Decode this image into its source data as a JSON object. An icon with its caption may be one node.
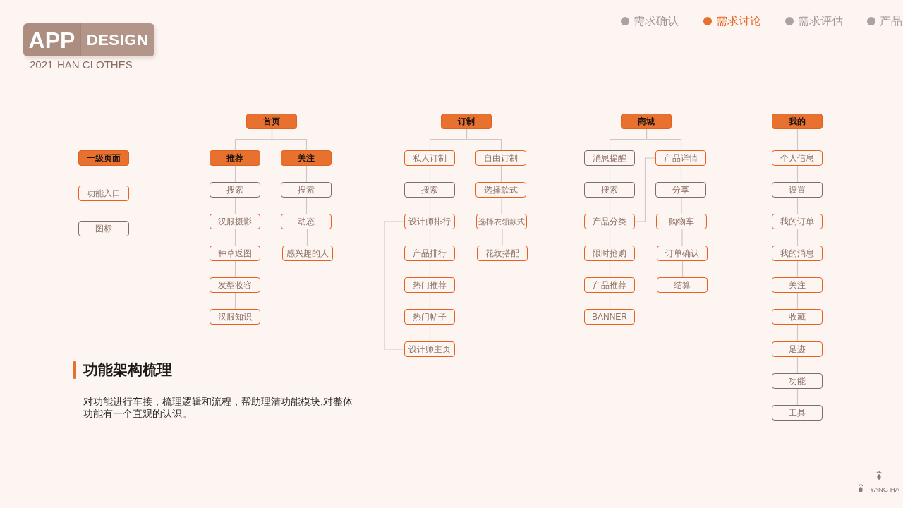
{
  "diagram": {
    "title": "功能架构梳理",
    "caption": "对功能进行车接，梳理逻辑和流程，帮助理清功能模块,对整体功能有一个直观的认识。",
    "nodes": [
      {
        "text": [
          "APP",
          "DESIGN"
        ],
        "beside": [
          "2021",
          "HAN CLOTHES"
        ]
      },
      {
        "text": [
          "一级页面"
        ]
      },
      {
        "text": [
          "功能入口"
        ]
      },
      {
        "text": [
          "图标"
        ]
      },
      {
        "text": [
          "首页"
        ]
      },
      {
        "text": [
          "推荐"
        ]
      },
      {
        "text": [
          "关注"
        ]
      },
      {
        "text": [
          "搜索"
        ]
      },
      {
        "text": [
          "汉服摄影"
        ]
      },
      {
        "text": [
          "种草返图"
        ]
      },
      {
        "text": [
          "发型妆容"
        ]
      },
      {
        "text": [
          "汉服知识"
        ]
      },
      {
        "text": [
          "搜索"
        ]
      },
      {
        "text": [
          "动态"
        ]
      },
      {
        "text": [
          "感兴趣的人"
        ]
      },
      {
        "text": [
          "订制"
        ]
      },
      {
        "text": [
          "私人订制"
        ]
      },
      {
        "text": [
          "自由订制"
        ]
      },
      {
        "text": [
          "搜索"
        ]
      },
      {
        "text": [
          "设计师排行"
        ]
      },
      {
        "text": [
          "产品排行"
        ]
      },
      {
        "text": [
          "热门推荐"
        ]
      },
      {
        "text": [
          "热门帖子"
        ]
      },
      {
        "text": [
          "设计师主页"
        ]
      },
      {
        "text": [
          "选择款式"
        ]
      },
      {
        "text": [
          "选择衣领款式"
        ]
      },
      {
        "text": [
          "花纹搭配"
        ]
      },
      {
        "text": [
          "商城"
        ]
      },
      {
        "text": [
          "消息提醒"
        ]
      },
      {
        "text": [
          "产品详情"
        ]
      },
      {
        "text": [
          "搜索"
        ]
      },
      {
        "text": [
          "产品分类"
        ]
      },
      {
        "text": [
          "限时抢购"
        ]
      },
      {
        "text": [
          "产品推荐"
        ]
      },
      {
        "text": [
          "BANNER"
        ]
      },
      {
        "text": [
          "分享"
        ]
      },
      {
        "text": [
          "购物车"
        ]
      },
      {
        "text": [
          "订单确认"
        ]
      },
      {
        "text": [
          "结算"
        ]
      },
      {
        "text": [
          "我的"
        ]
      },
      {
        "text": [
          "个人信息"
        ]
      },
      {
        "text": [
          "设置"
        ]
      },
      {
        "text": [
          "我的订单"
        ]
      },
      {
        "text": [
          "我的消息"
        ]
      },
      {
        "text": [
          "关注"
        ]
      },
      {
        "text": [
          "收藏"
        ]
      },
      {
        "text": [
          "足迹"
        ]
      },
      {
        "text": [
          "功能"
        ]
      },
      {
        "text": [
          "工具"
        ]
      }
    ],
    "edges": [
      {
        "from": 4,
        "to": 5,
        "arrow": "none"
      },
      {
        "from": 4,
        "to": 6,
        "arrow": "none"
      },
      {
        "from": 5,
        "to": 7,
        "arrow": "none"
      },
      {
        "from": 7,
        "to": 8,
        "arrow": "none"
      },
      {
        "from": 8,
        "to": 9,
        "arrow": "none"
      },
      {
        "from": 9,
        "to": 10,
        "arrow": "none"
      },
      {
        "from": 10,
        "to": 11,
        "arrow": "none"
      },
      {
        "from": 6,
        "to": 12,
        "arrow": "none"
      },
      {
        "from": 12,
        "to": 13,
        "arrow": "none"
      },
      {
        "from": 13,
        "to": 14,
        "arrow": "none"
      },
      {
        "from": 15,
        "to": 16,
        "arrow": "none"
      },
      {
        "from": 15,
        "to": 17,
        "arrow": "none"
      },
      {
        "from": 16,
        "to": 18,
        "arrow": "none"
      },
      {
        "from": 18,
        "to": 19,
        "arrow": "none"
      },
      {
        "from": 19,
        "to": 20,
        "arrow": "none"
      },
      {
        "from": 20,
        "to": 21,
        "arrow": "none"
      },
      {
        "from": 21,
        "to": 22,
        "arrow": "none"
      },
      {
        "from": 22,
        "to": 23,
        "arrow": "none"
      },
      {
        "from": 19,
        "to": 23,
        "arrow": "none"
      },
      {
        "from": 17,
        "to": 24,
        "arrow": "none"
      },
      {
        "from": 24,
        "to": 25,
        "arrow": "none"
      },
      {
        "from": 25,
        "to": 26,
        "arrow": "none"
      },
      {
        "from": 27,
        "to": 28,
        "arrow": "none"
      },
      {
        "from": 27,
        "to": 29,
        "arrow": "none"
      },
      {
        "from": 28,
        "to": 30,
        "arrow": "none"
      },
      {
        "from": 30,
        "to": 31,
        "arrow": "none"
      },
      {
        "from": 31,
        "to": 32,
        "arrow": "none"
      },
      {
        "from": 32,
        "to": 33,
        "arrow": "none"
      },
      {
        "from": 33,
        "to": 34,
        "arrow": "none"
      },
      {
        "from": 31,
        "to": 29,
        "arrow": "none"
      },
      {
        "from": 29,
        "to": 35,
        "arrow": "none"
      },
      {
        "from": 35,
        "to": 36,
        "arrow": "none"
      },
      {
        "from": 36,
        "to": 37,
        "arrow": "none"
      },
      {
        "from": 37,
        "to": 38,
        "arrow": "none"
      },
      {
        "from": 39,
        "to": 40,
        "arrow": "none"
      },
      {
        "from": 40,
        "to": 41,
        "arrow": "none"
      },
      {
        "from": 41,
        "to": 42,
        "arrow": "none"
      },
      {
        "from": 42,
        "to": 43,
        "arrow": "none"
      },
      {
        "from": 43,
        "to": 44,
        "arrow": "none"
      },
      {
        "from": 44,
        "to": 45,
        "arrow": "none"
      },
      {
        "from": 45,
        "to": 46,
        "arrow": "none"
      },
      {
        "from": 46,
        "to": 47,
        "arrow": "none"
      },
      {
        "from": 47,
        "to": 48,
        "arrow": "none"
      }
    ],
    "labels": [
      "需求确认",
      "需求讨论",
      "需求评估",
      "产品",
      "YANG HA"
    ]
  }
}
